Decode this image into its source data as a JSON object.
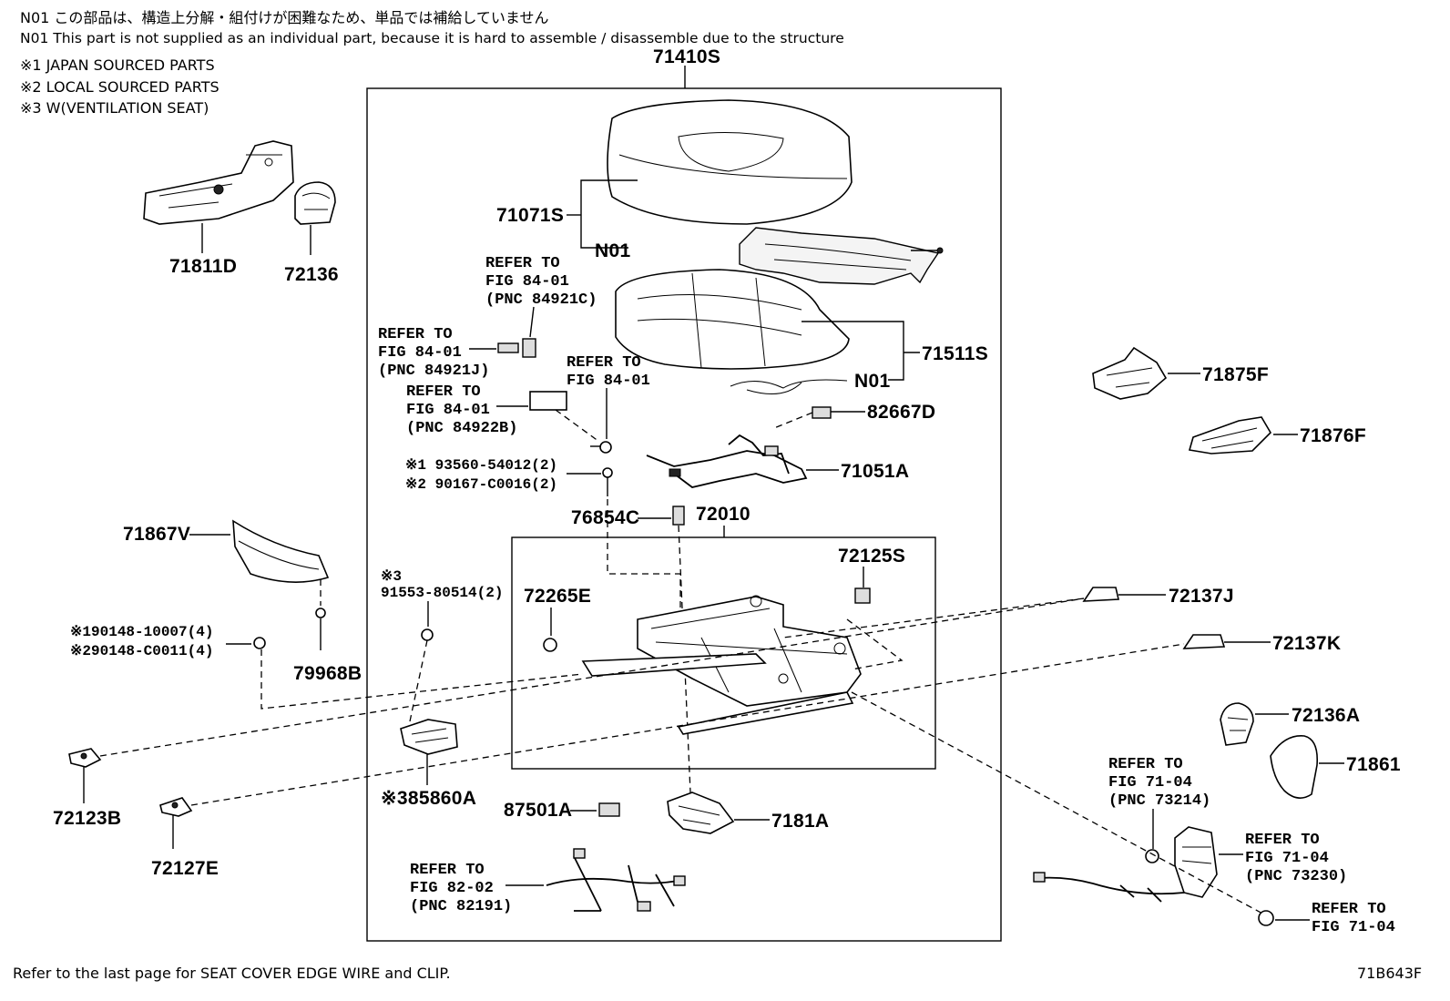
{
  "notes": {
    "n01_jp": "N01 この部品は、構造上分解・組付けが困難なため、単品では補給していません",
    "n01_en": "N01 This part is not supplied as an individual part, because it is hard to assemble / disassemble due to the structure",
    "note1": "※1 JAPAN SOURCED PARTS",
    "note2": "※2 LOCAL SOURCED PARTS",
    "note3": "※3 W(VENTILATION SEAT)"
  },
  "labels": {
    "p71410S": "71410S",
    "p71071S": "71071S",
    "n01_a": "N01",
    "p71511S": "71511S",
    "n01_b": "N01",
    "p82667D": "82667D",
    "p71051A": "71051A",
    "p76854C": "76854C",
    "p72010": "72010",
    "p72125S": "72125S",
    "p72265E": "72265E",
    "p71811D": "71811D",
    "p72136": "72136",
    "p71867V": "71867V",
    "p79968B": "79968B",
    "p90148_1": "※190148-10007(4)",
    "p90148_2": "※290148-C0011(4)",
    "p91553_note": "※3",
    "p91553": "91553-80514(2)",
    "p93560": "※1 93560-54012(2)",
    "p90167": "※2 90167-C0016(2)",
    "p85860A": "※385860A",
    "p87501A": "87501A",
    "p7181A": "7181A",
    "p72123B": "72123B",
    "p72127E": "72127E",
    "p71875F": "71875F",
    "p71876F": "71876F",
    "p72137J": "72137J",
    "p72137K": "72137K",
    "p72136A": "72136A",
    "p71861": "71861"
  },
  "refs": {
    "r1": [
      "REFER TO",
      "FIG 84-01",
      "(PNC 84921C)"
    ],
    "r2": [
      "REFER TO",
      "FIG 84-01",
      "(PNC 84921J)"
    ],
    "r3": [
      "REFER TO",
      "FIG 84-01"
    ],
    "r4": [
      "REFER TO",
      "FIG 84-01",
      "(PNC 84922B)"
    ],
    "r5": [
      "REFER TO",
      "FIG 82-02",
      "(PNC 82191)"
    ],
    "r6": [
      "REFER TO",
      "FIG 71-04",
      "(PNC 73214)"
    ],
    "r7": [
      "REFER TO",
      "FIG 71-04",
      "(PNC 73230)"
    ],
    "r8": [
      "REFER TO",
      "FIG 71-04"
    ]
  },
  "footer": {
    "left": "Refer to the last page   for SEAT COVER EDGE WIRE and CLIP.",
    "right": "71B643F"
  }
}
